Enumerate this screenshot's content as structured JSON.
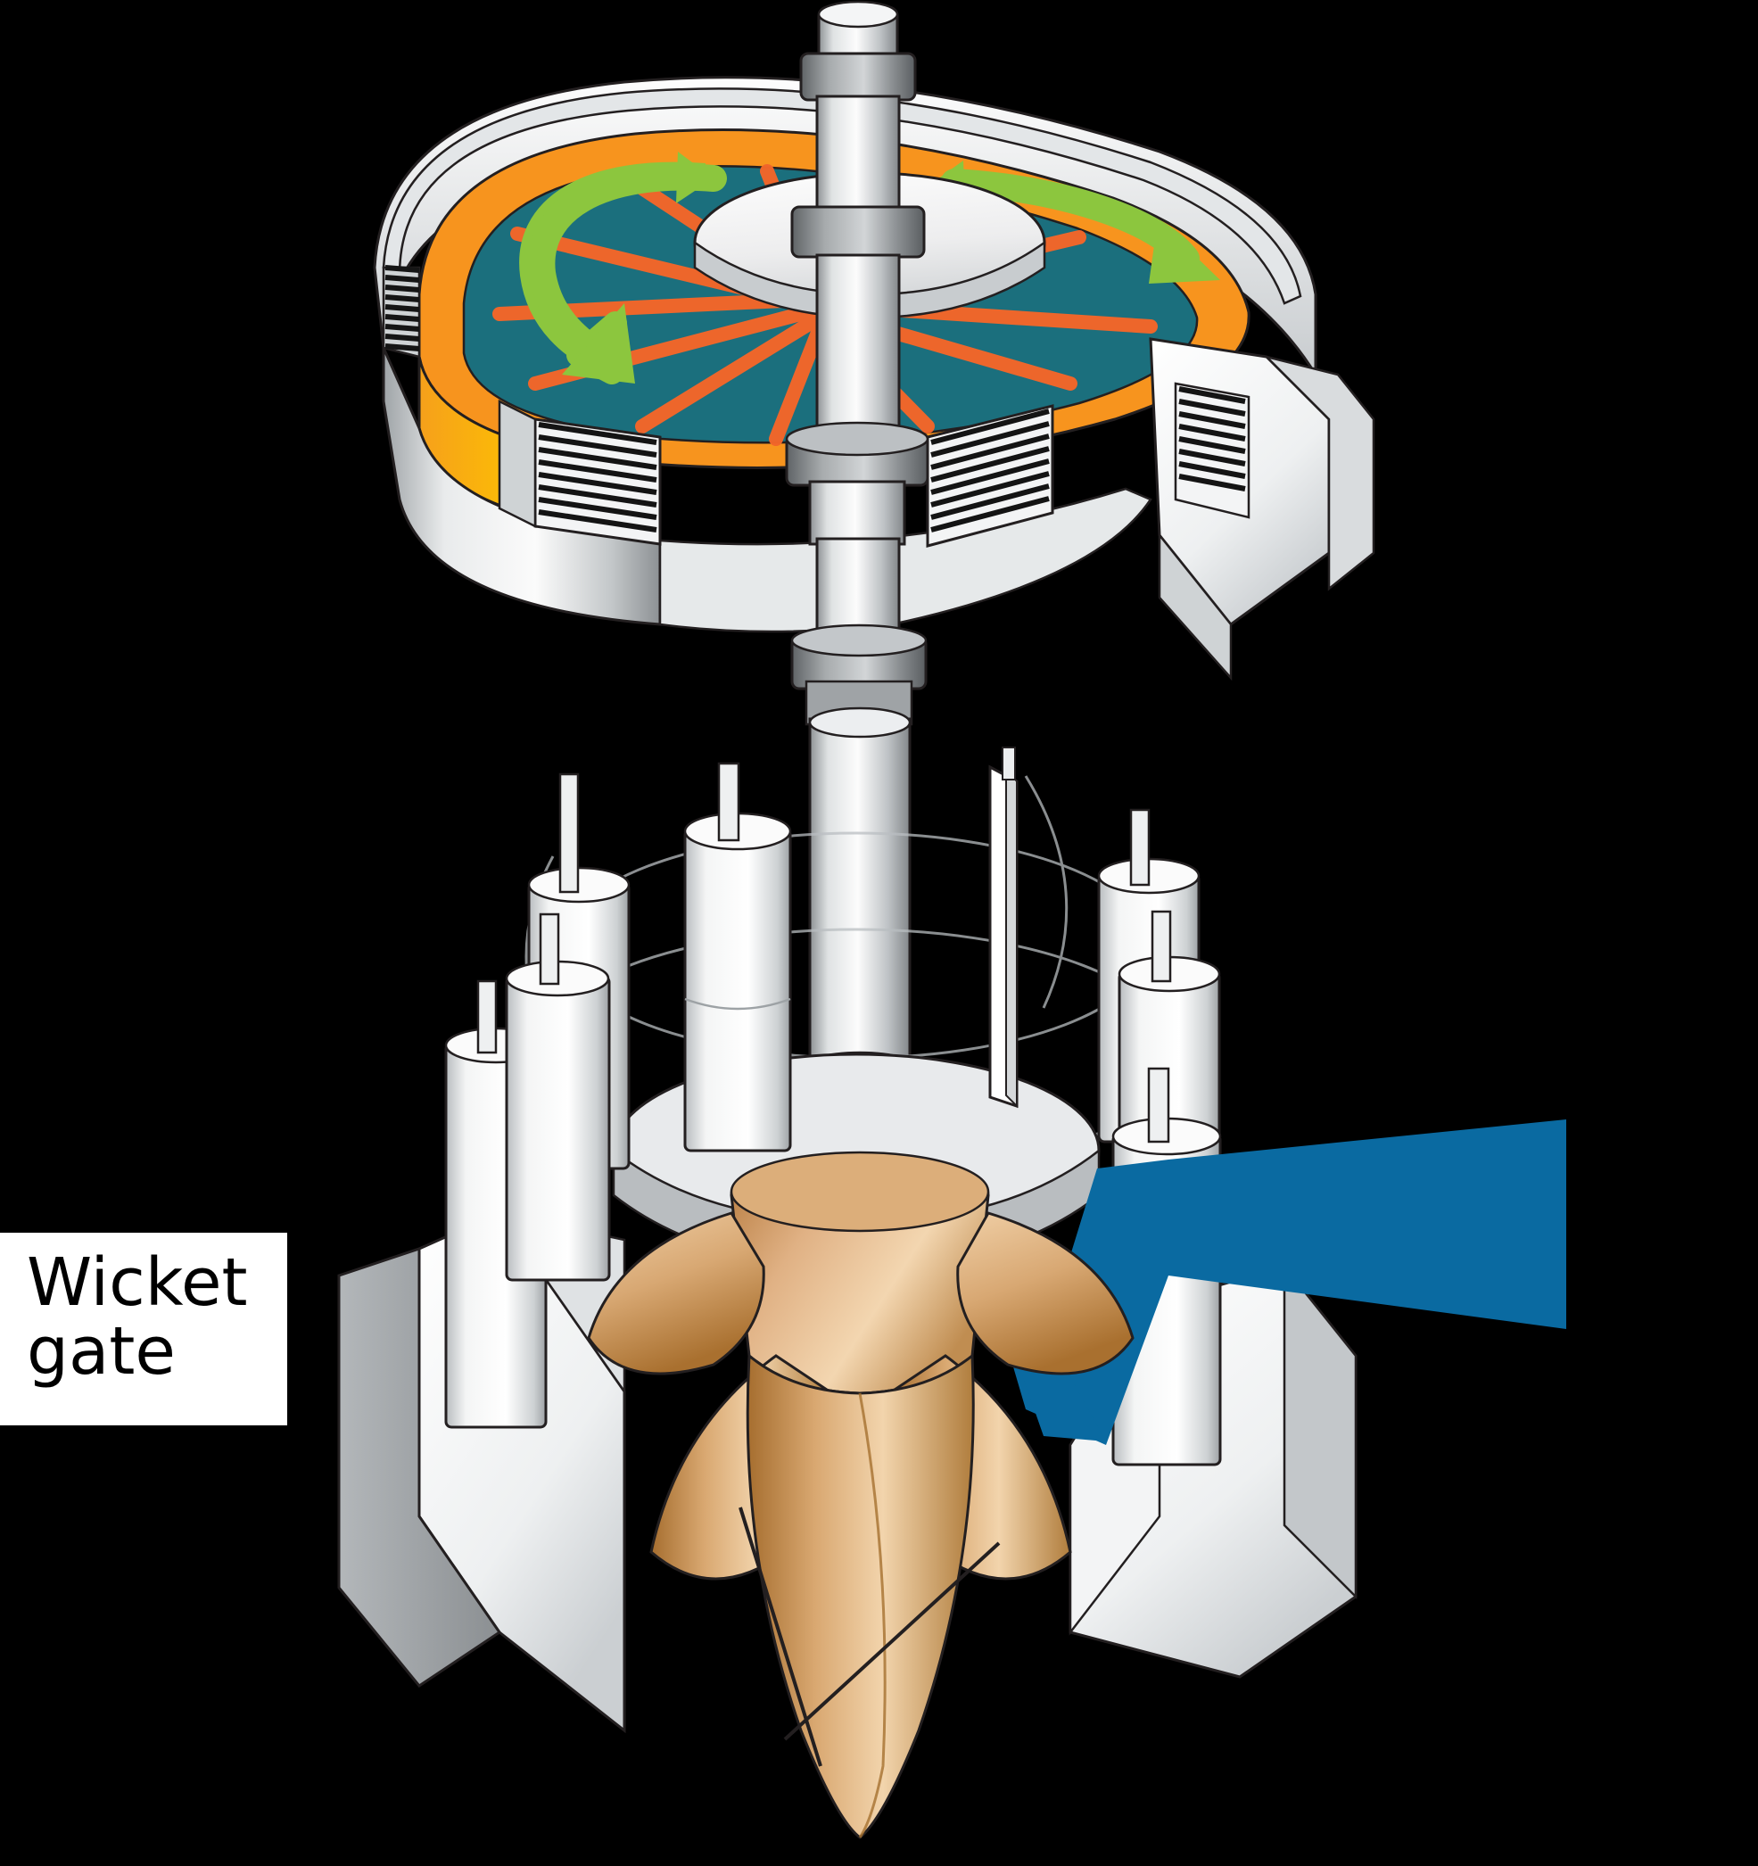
{
  "figure": {
    "title": "",
    "background_color": "#000000",
    "description": "Exploded cut-away illustration of a Kaplan-type hydroelectric turbine: generator rotor/stator disc at top, vertical drive shaft, ring of cylindrical wicket gates, and a bronze-colored runner with blades at the bottom.",
    "labels": [
      {
        "id": "wicket-gate",
        "text": "Wicket\ngate",
        "text_color": "#000000",
        "box_color": "#ffffff"
      }
    ],
    "arrows": [
      {
        "id": "rotation-arrow-left",
        "meaning": "generator rotation direction",
        "color": "#8cc63e"
      },
      {
        "id": "rotation-arrow-right",
        "meaning": "generator rotation direction",
        "color": "#8cc63e"
      },
      {
        "id": "water-inflow-arrow",
        "meaning": "water flow into runner",
        "color": "#0a6aa1"
      }
    ],
    "palette": {
      "generator_ring_orange": "#f7941e",
      "generator_ring_yellow": "#fdc300",
      "generator_core_teal": "#1b6f7d",
      "generator_spoke_orange": "#f2662a",
      "metal_light": "#f2f2f2",
      "metal_mid": "#cfd2d4",
      "metal_dark": "#8f9396",
      "shaft_collar": "#7a7e80",
      "runner_bronze_light": "#f0cfa6",
      "runner_bronze_mid": "#d8a873",
      "runner_bronze_dark": "#b5793c",
      "outline": "#231f20",
      "water_blue": "#0a6aa1",
      "rotation_green": "#8cc63e"
    }
  }
}
